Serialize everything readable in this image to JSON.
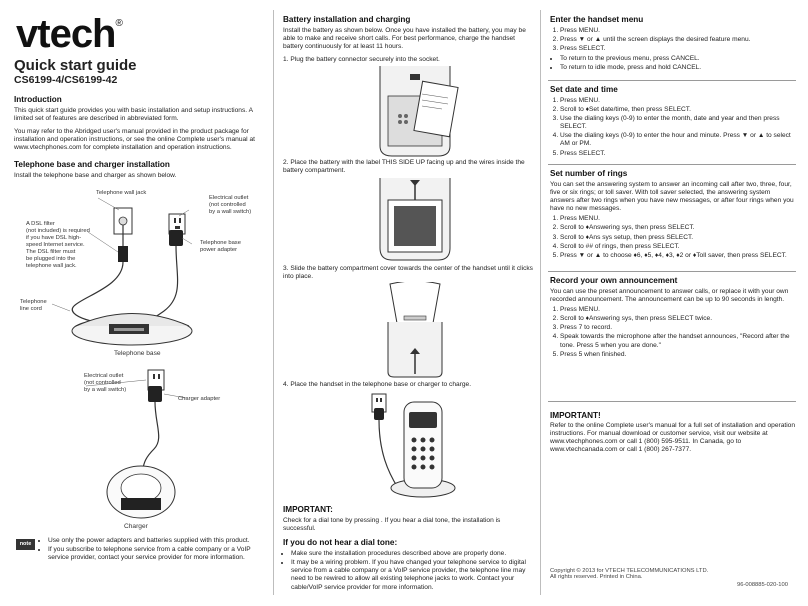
{
  "brand": {
    "logo": "vtech",
    "reg": "®"
  },
  "title": "Quick start guide",
  "models": "CS6199-4/CS6199-42",
  "intro": {
    "heading": "Introduction",
    "p1": "This quick start guide provides you with basic installation and setup instructions. A limited set of features are described in abbreviated form.",
    "p2": "You may refer to the Abridged user's manual provided in the product package for installation and operation instructions, or see the online Complete user's manual at www.vtechphones.com for complete installation and operation instructions."
  },
  "base_section": {
    "heading": "Telephone base and charger installation",
    "p": "Install the telephone base and charger as shown below.",
    "labels": {
      "wall_jack": "Telephone wall jack",
      "outlet1": "Electrical outlet\n(not controlled\nby a wall switch)",
      "dsl": "A DSL filter\n(not included) is required\nif you have DSL high-\nspeed Internet service.\nThe DSL filter must\nbe plugged into the\ntelephone wall jack.",
      "base_adapter": "Telephone base\npower adapter",
      "line_cord": "Telephone\nline cord",
      "base_caption": "Telephone base",
      "outlet2": "Electrical outlet\n(not controlled\nby a wall switch)",
      "charger_adapter": "Charger adapter",
      "charger_caption": "Charger"
    }
  },
  "note": {
    "tag": "note",
    "items": [
      "Use only the power adapters and batteries supplied with this product.",
      "If you subscribe to telephone service from a cable company or a VoIP service provider, contact your service provider for more information."
    ]
  },
  "battery": {
    "heading": "Battery installation and charging",
    "p": "Install the battery as shown below. Once you have installed the battery, you may be able to make and receive short calls. For best performance, charge the handset battery continuously for at least 11 hours.",
    "steps": [
      "1.  Plug the battery connector securely into the socket.",
      "2.  Place the battery with the label THIS SIDE UP facing up and the wires inside the battery compartment.",
      "3.  Slide the battery compartment cover towards the center of the handset until it clicks into place.",
      "4.  Place the handset in the telephone base or charger to charge."
    ],
    "important_heading": "IMPORTANT:",
    "important_p": "Check for a dial tone by pressing  . If you hear a dial tone, the installation is successful.",
    "no_tone_heading": "If you do not hear a dial tone:",
    "no_tone_items": [
      "Make sure the installation procedures described above are properly done.",
      "It may be a wiring problem. If you have changed your telephone service to digital service from a cable company or a VoIP service provider, the telephone line may need to be rewired to allow all existing telephone jacks to work. Contact your cable/VoIP service provider for more information."
    ]
  },
  "menu": {
    "heading": "Enter the handset menu",
    "steps": [
      "Press MENU.",
      "Press ▼ or ▲ until the screen displays the desired feature menu.",
      "Press SELECT."
    ],
    "bullets": [
      "To return to the previous menu, press CANCEL.",
      "To return to idle mode, press and hold CANCEL."
    ]
  },
  "datetime": {
    "heading": "Set date and time",
    "steps": [
      "Press MENU.",
      "Scroll to ♦Set date/time, then press SELECT.",
      "Use the dialing keys (0-9) to enter the month, date and year and then press SELECT.",
      "Use the dialing keys (0-9) to enter the hour and minute. Press ▼ or ▲ to select AM or PM.",
      "Press SELECT."
    ]
  },
  "rings": {
    "heading": "Set number of rings",
    "p": "You can set the answering system to answer an incoming call after two, three, four, five or six rings; or toll saver. With toll saver selected, the answering system answers after two rings when you have new messages, or after four rings when you have no new messages.",
    "steps": [
      "Press MENU.",
      "Scroll to ♦Answering sys, then press SELECT.",
      "Scroll to ♦Ans sys setup, then press SELECT.",
      "Scroll to ## of rings, then press SELECT.",
      "Press ▼ or ▲ to choose ♦6, ♦5, ♦4, ♦3, ♦2 or ♦Toll saver, then press SELECT."
    ]
  },
  "announce": {
    "heading": "Record your own announcement",
    "p": "You can use the preset announcement to answer calls, or replace it with your own recorded announcement. The announcement can be up to 90 seconds in length.",
    "steps": [
      "Press MENU.",
      "Scroll to ♦Answering sys, then press SELECT twice.",
      "Press 7 to record.",
      "Speak towards the microphone after the handset announces, \"Record after the tone. Press 5 when you are done.\"",
      "Press 5 when finished."
    ]
  },
  "important2": {
    "heading": "IMPORTANT!",
    "p": "Refer to the online Complete user's manual for a full set of installation and operation instructions. For manual download or customer service, visit our website at www.vtechphones.com or call 1 (800) 595-9511. In Canada, go to www.vtechcanada.com or call 1 (800) 267-7377."
  },
  "footer": {
    "copyright": "Copyright © 2013 for VTECH TELECOMMUNICATIONS LTD.\nAll rights reserved. Printed in China.",
    "code": "96-008885-020-100"
  }
}
